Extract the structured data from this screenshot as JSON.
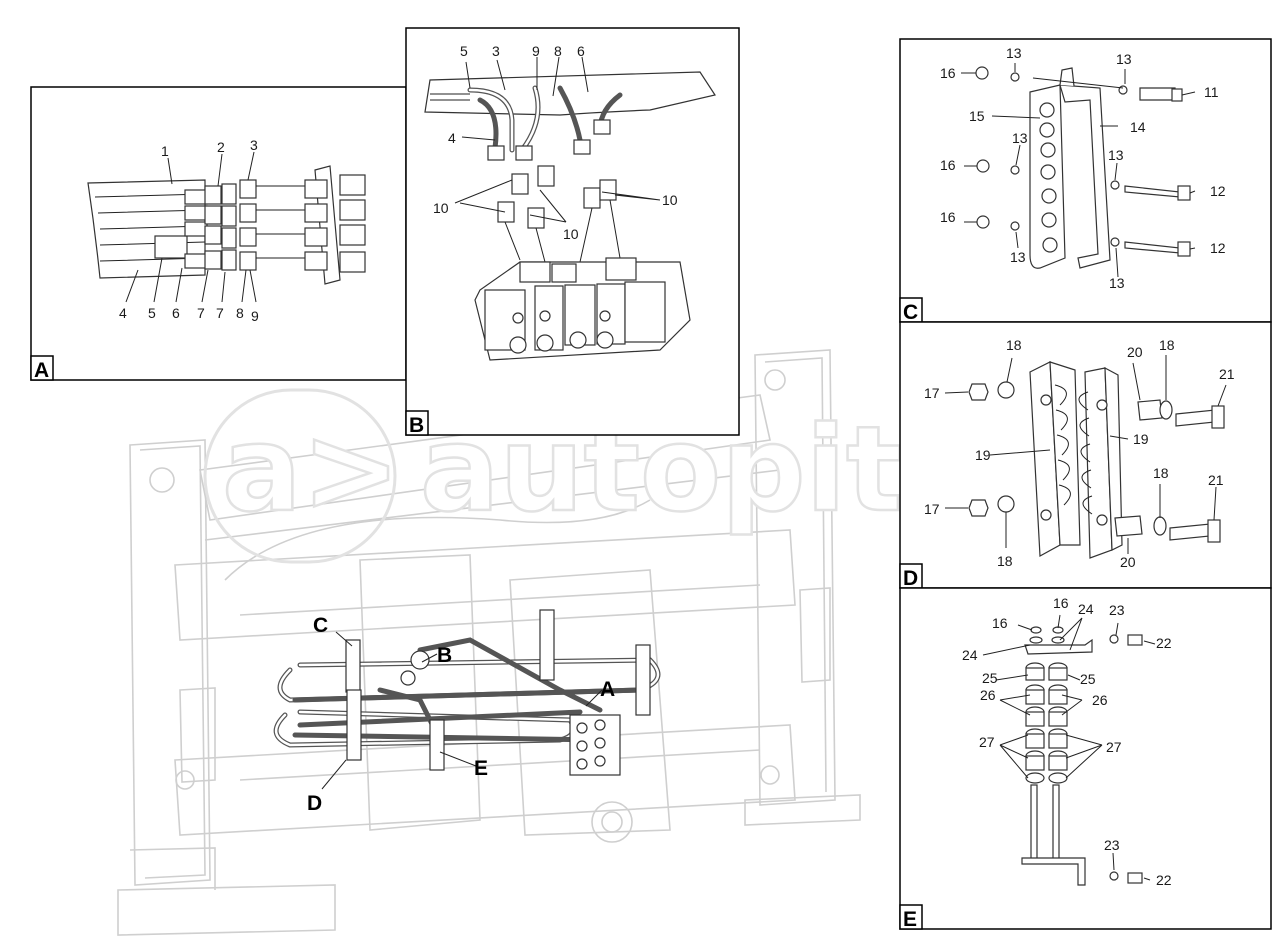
{
  "watermark": {
    "logo_text": "a>",
    "site": "autopiter.ru"
  },
  "panels": {
    "A": {
      "tag": "A",
      "labels": [
        "1",
        "2",
        "3",
        "4",
        "5",
        "6",
        "7",
        "7",
        "8",
        "9"
      ]
    },
    "B": {
      "tag": "B",
      "labels": [
        "5",
        "3",
        "9",
        "8",
        "6",
        "4",
        "10",
        "10",
        "10"
      ]
    },
    "C": {
      "tag": "C",
      "labels": [
        "13",
        "16",
        "13",
        "11",
        "15",
        "14",
        "13",
        "16",
        "13",
        "12",
        "16",
        "13",
        "12",
        "13"
      ]
    },
    "D": {
      "tag": "D",
      "labels": [
        "18",
        "20",
        "18",
        "17",
        "21",
        "19",
        "19",
        "17",
        "18",
        "18",
        "20",
        "21"
      ]
    },
    "E": {
      "tag": "E",
      "labels": [
        "16",
        "16",
        "24",
        "23",
        "24",
        "22",
        "25",
        "25",
        "26",
        "26",
        "27",
        "27",
        "23",
        "22"
      ]
    }
  },
  "main_view": {
    "callouts": [
      "C",
      "B",
      "A",
      "D",
      "E"
    ]
  }
}
